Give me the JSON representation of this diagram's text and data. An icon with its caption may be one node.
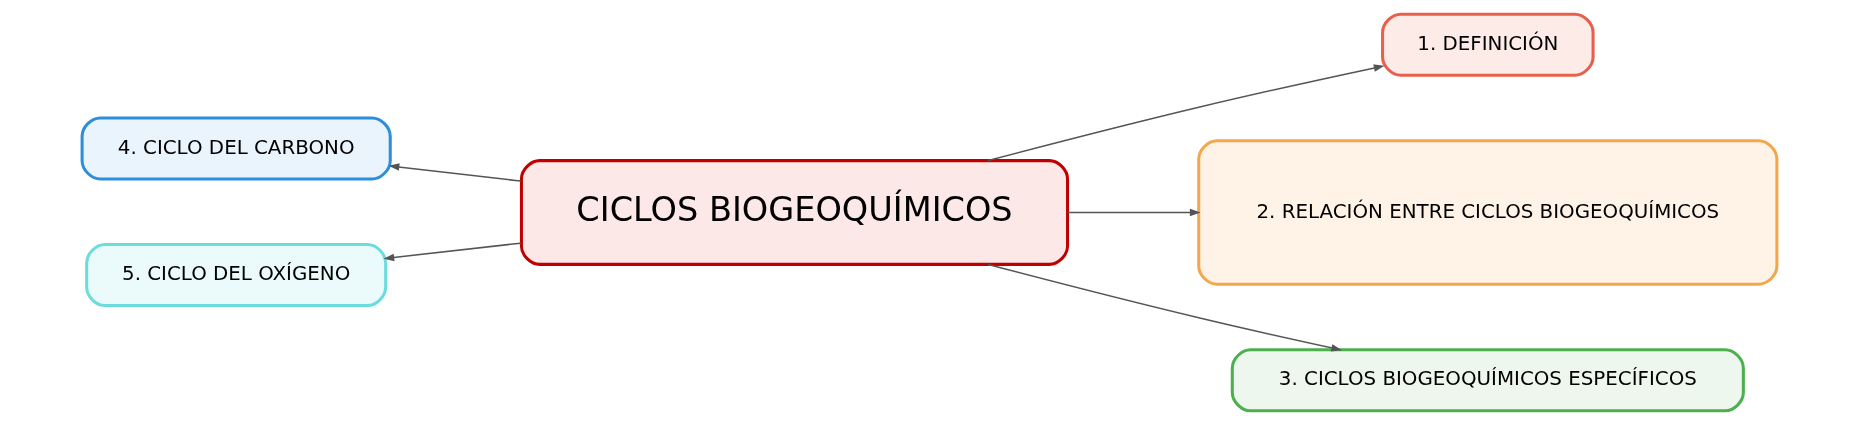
{
  "diagram": {
    "nodes": [
      {
        "text": [
          "CICLOS BIOGEOQUÍMICOS"
        ]
      },
      {
        "text": [
          "1. DEFINICIÓN"
        ]
      },
      {
        "text": [
          "2. RELACIÓN ENTRE CICLOS BIOGEOQUÍMICOS"
        ]
      },
      {
        "text": [
          "3. CICLOS BIOGEOQUÍMICOS ESPECÍFICOS"
        ]
      },
      {
        "text": [
          "4. CICLO DEL CARBONO"
        ]
      },
      {
        "text": [
          "5. CICLO DEL OXÍGENO"
        ]
      }
    ],
    "edges": [
      {
        "from": 0,
        "to": 1,
        "arrow": "to"
      },
      {
        "from": 0,
        "to": 2,
        "arrow": "to"
      },
      {
        "from": 0,
        "to": 3,
        "arrow": "to"
      },
      {
        "from": 0,
        "to": 4,
        "arrow": "to"
      },
      {
        "from": 0,
        "to": 5,
        "arrow": "to"
      }
    ]
  }
}
